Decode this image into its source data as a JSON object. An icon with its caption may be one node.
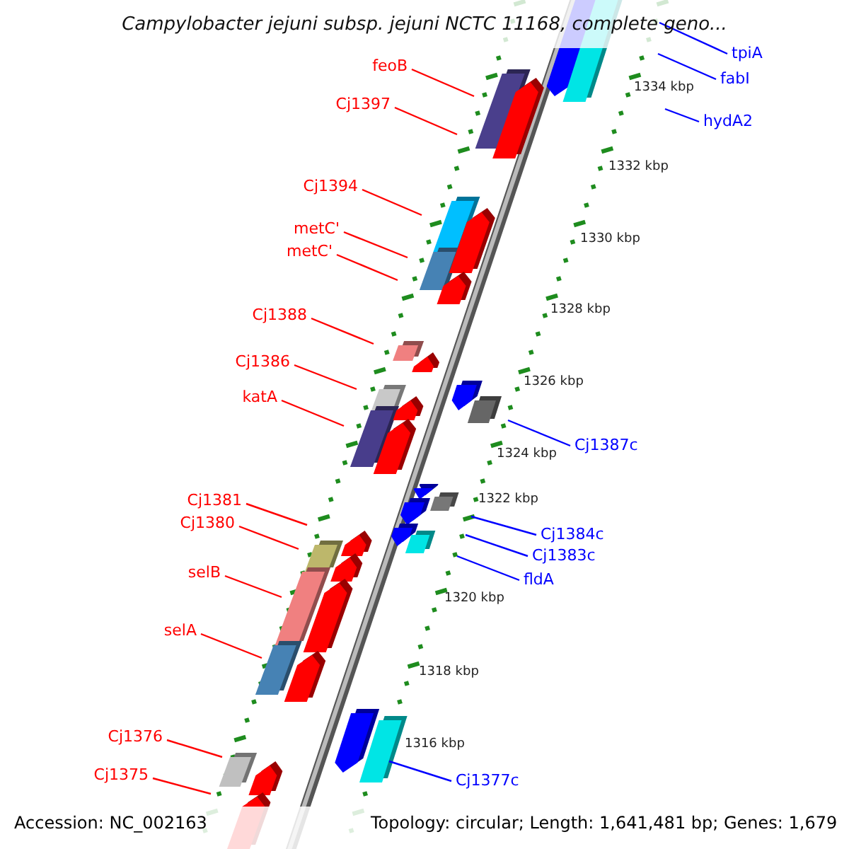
{
  "diagram": {
    "title": "Campylobacter jejuni subsp. jejuni NCTC 11168, complete geno...",
    "nodes": [
      {
        "text": [
          "tpiA"
        ]
      },
      {
        "text": [
          "feoB"
        ]
      },
      {
        "text": [
          "fabI"
        ]
      },
      {
        "text": [
          "Cj1397"
        ]
      },
      {
        "text": [
          "hydA2"
        ]
      },
      {
        "text": [
          "Cj1394"
        ]
      },
      {
        "text": [
          "metC'"
        ]
      },
      {
        "text": [
          "metC'"
        ]
      },
      {
        "text": [
          "Cj1388"
        ]
      },
      {
        "text": [
          "Cj1386"
        ]
      },
      {
        "text": [
          "katA"
        ]
      },
      {
        "text": [
          "Cj1387c"
        ]
      },
      {
        "text": [
          "Cj1381"
        ]
      },
      {
        "text": [
          "Cj1380"
        ]
      },
      {
        "text": [
          "Cj1384c"
        ]
      },
      {
        "text": [
          "Cj1383c"
        ]
      },
      {
        "text": [
          "selB"
        ]
      },
      {
        "text": [
          "fldA"
        ]
      },
      {
        "text": [
          "selA"
        ]
      },
      {
        "text": [
          "Cj1376"
        ]
      },
      {
        "text": [
          "Cj1375"
        ]
      },
      {
        "text": [
          "Cj1377c"
        ]
      }
    ],
    "edges": [
      {
        "from": 0,
        "to": null,
        "arrow": "none",
        "color": "#0000ff"
      },
      {
        "from": 1,
        "to": null,
        "arrow": "none"
      },
      {
        "from": 2,
        "to": null,
        "arrow": "none",
        "color": "#0000ff"
      },
      {
        "from": 3,
        "to": null,
        "arrow": "none"
      },
      {
        "from": 4,
        "to": null,
        "arrow": "none",
        "color": "#0000ff"
      },
      {
        "from": 5,
        "to": null,
        "arrow": "none"
      },
      {
        "from": 6,
        "to": null,
        "arrow": "none"
      },
      {
        "from": 7,
        "to": null,
        "arrow": "none"
      },
      {
        "from": 8,
        "to": null,
        "arrow": "none"
      },
      {
        "from": 9,
        "to": null,
        "arrow": "none"
      },
      {
        "from": 10,
        "to": null,
        "arrow": "none"
      },
      {
        "from": 11,
        "to": null,
        "arrow": "none",
        "color": "#0000ff"
      },
      {
        "from": 12,
        "to": null,
        "arrow": "none"
      },
      {
        "from": 13,
        "to": null,
        "arrow": "none"
      },
      {
        "from": 14,
        "to": null,
        "arrow": "none",
        "color": "#0000ff"
      },
      {
        "from": 15,
        "to": null,
        "arrow": "none",
        "color": "#0000ff"
      },
      {
        "from": 16,
        "to": null,
        "arrow": "none"
      },
      {
        "from": 17,
        "to": null,
        "arrow": "none",
        "color": "#0000ff"
      },
      {
        "from": 18,
        "to": null,
        "arrow": "none"
      },
      {
        "from": 19,
        "to": null,
        "arrow": "none"
      },
      {
        "from": 20,
        "to": null,
        "arrow": "none"
      },
      {
        "from": 21,
        "to": null,
        "arrow": "none",
        "color": "#0000ff"
      }
    ],
    "labels": [
      "1334 kbp",
      "1332 kbp",
      "1330 kbp",
      "1328 kbp",
      "1326 kbp",
      "1324 kbp",
      "1322 kbp",
      "1320 kbp",
      "1318 kbp",
      "1316 kbp",
      "Accession: NC_002163",
      "Topology: circular; Length: 1,641,481 bp; Genes: 1,679"
    ]
  }
}
